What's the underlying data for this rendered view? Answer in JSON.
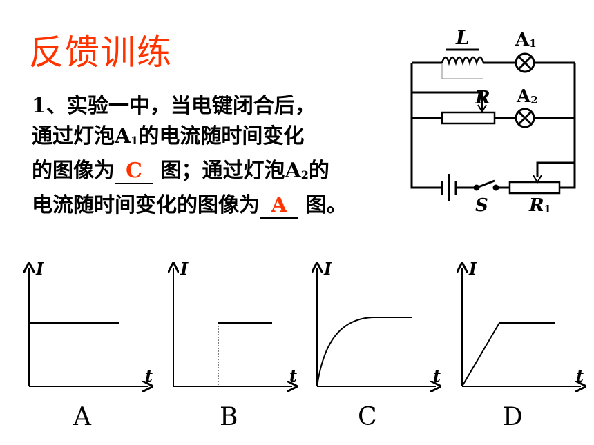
{
  "title": "反馈训练",
  "question": {
    "line1": "1、实验一中，当电键闭合后，",
    "line2_pre": "通过灯泡A",
    "line2_sub": "1",
    "line2_post": "的电流随时间变化",
    "line3_pre": "的图像为",
    "answer1": "C",
    "line3_mid": "图；通过灯泡A",
    "line3_sub": "2",
    "line3_post": "的",
    "line4_pre": "电流随时间变化的图像为",
    "answer2": "A",
    "line4_post": "图。"
  },
  "circuit": {
    "inductor_label": "L",
    "lamp1_label": "A",
    "lamp1_sub": "1",
    "rheostat_label": "R",
    "lamp2_label": "A",
    "lamp2_sub": "2",
    "switch_label": "S",
    "rheostat2_label": "R",
    "rheostat2_sub": "1"
  },
  "graphs": [
    {
      "letter": "A",
      "ylabel": "I",
      "xlabel": "t"
    },
    {
      "letter": "B",
      "ylabel": "I",
      "xlabel": "t"
    },
    {
      "letter": "C",
      "ylabel": "I",
      "xlabel": "t"
    },
    {
      "letter": "D",
      "ylabel": "I",
      "xlabel": "t"
    }
  ],
  "colors": {
    "accent": "#ff3300",
    "ink": "#000000"
  }
}
